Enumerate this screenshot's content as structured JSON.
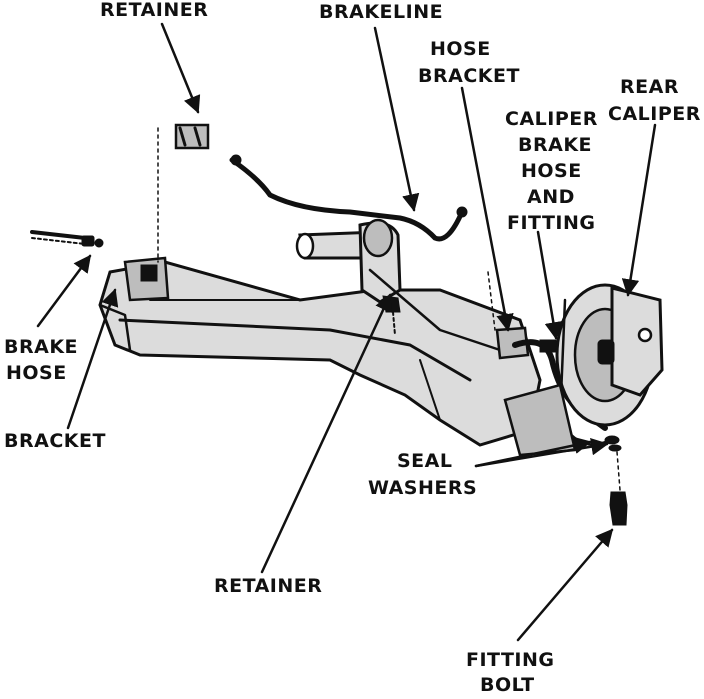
{
  "labels": {
    "retainer_top": "RETAINER",
    "brakeline": "BRAKELINE",
    "hose_bracket": [
      "HOSE",
      "BRACKET"
    ],
    "rear_caliper": [
      "REAR",
      "CALIPER"
    ],
    "caliper_brake_hose": [
      "CALIPER",
      "BRAKE",
      "HOSE",
      "AND",
      "FITTING"
    ],
    "brake_hose": [
      "BRAKE",
      "HOSE"
    ],
    "bracket": "BRACKET",
    "seal_washers": [
      "SEAL",
      "WASHERS"
    ],
    "retainer_bottom": "RETAINER",
    "fitting_bolt": [
      "FITTING",
      "BOLT"
    ]
  }
}
